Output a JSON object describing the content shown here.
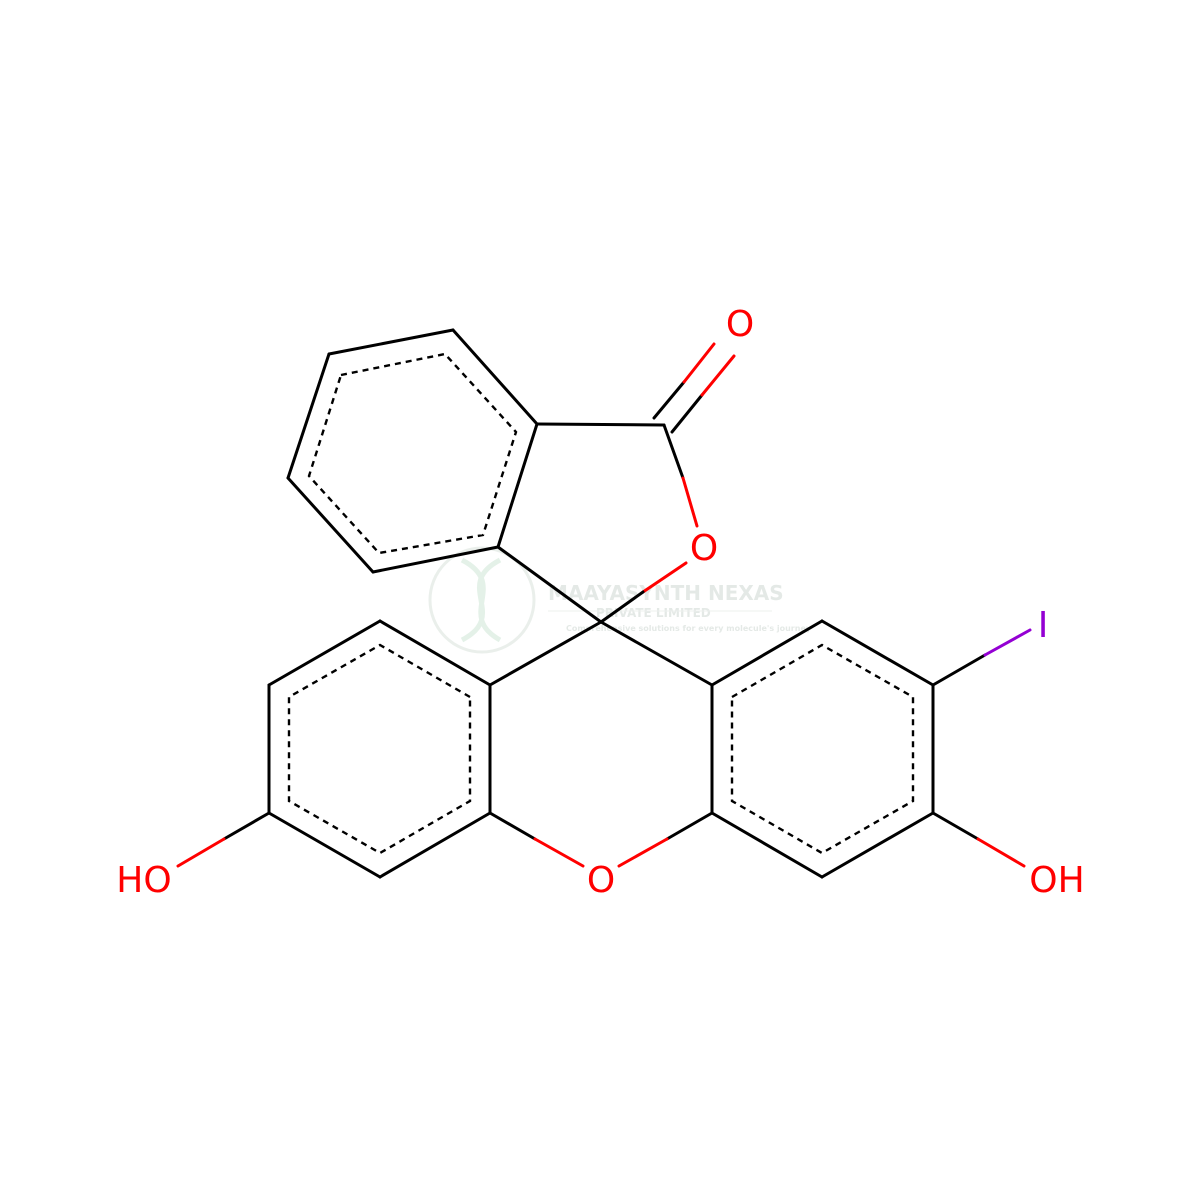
{
  "molecule": {
    "atoms": {
      "carbonyl_oxygen": "O",
      "lactone_oxygen": "O",
      "xanthene_oxygen": "O",
      "iodine": "I",
      "hydroxyl_left": "HO",
      "hydroxyl_right": "OH"
    },
    "colors": {
      "bond": "#000000",
      "oxygen": "#ff0000",
      "iodine": "#9400d3"
    }
  },
  "watermark": {
    "name": "MAAYASYNTH NEXAS",
    "subtitle": "PRIVATE LIMITED",
    "tagline": "Comprehensive solutions for every molecule's journey"
  }
}
